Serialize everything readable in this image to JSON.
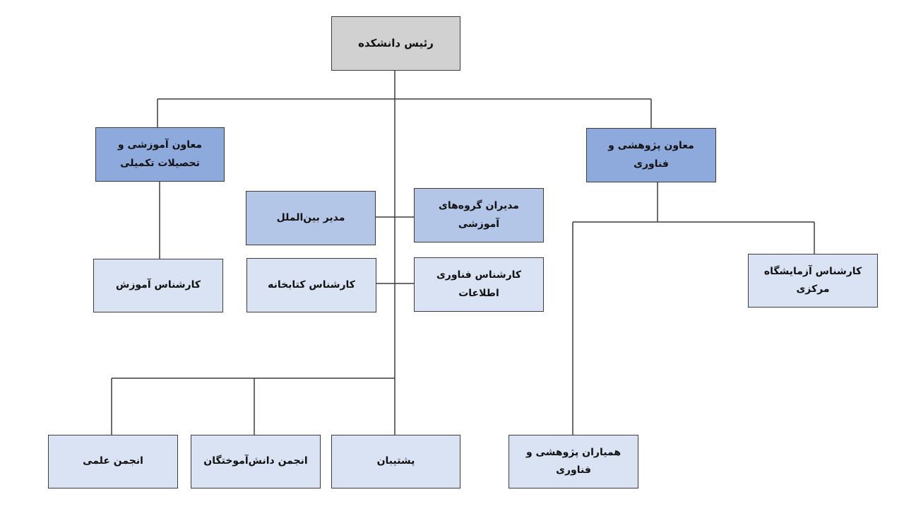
{
  "chart": {
    "root": "رئیس دانشکده",
    "vice_education": "معاون آموزشی و تحصیلات تکمیلی",
    "vice_research": "معاون پژوهشی و فناوری",
    "international_manager": "مدیر بین‌الملل",
    "group_managers": "مدیران گروه‌های آموزشی",
    "library_expert": "کارشناس کتابخانه",
    "it_expert": "کارشناس فناوری اطلاعات",
    "education_expert": "کارشناس آموزش",
    "central_lab_expert": "کارشناس آزمایشگاه مرکزی",
    "scientific_association": "انجمن علمی",
    "alumni_association": "انجمن دانش‌آموختگان",
    "support": "پشتیبان",
    "research_assistants": "همیاران پژوهشی و فناوری"
  },
  "colors": {
    "root": "#d2d1d2",
    "vice": "#8eaadc",
    "mid": "#b4c6e7",
    "light": "#dae3f3",
    "line": "#3c3c3c"
  }
}
